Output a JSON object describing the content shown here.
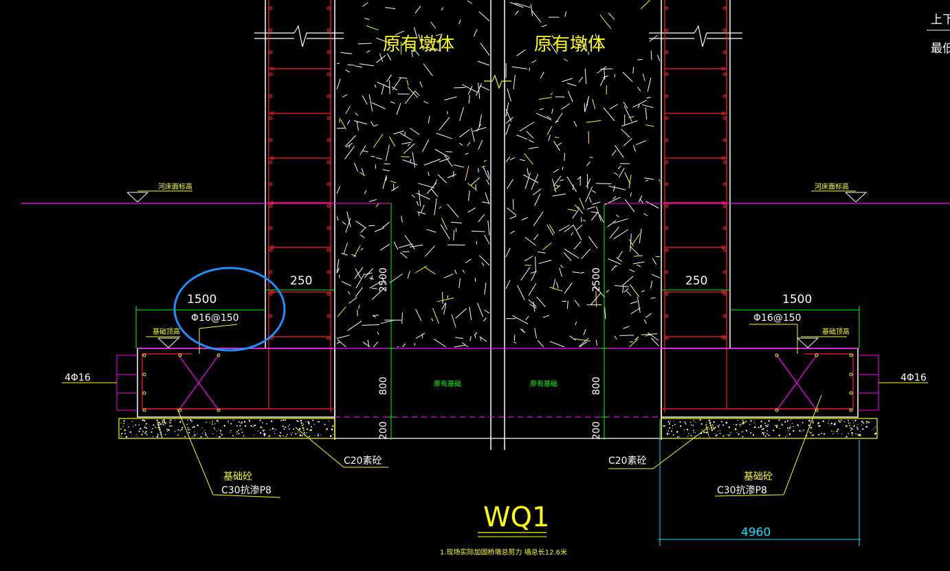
{
  "drawing": {
    "pier_label_left": "原有墩体",
    "pier_label_right": "原有墩体",
    "base_label_left": "原有基础",
    "base_label_right": "原有基础",
    "riverbed_label_left": "河床面标高",
    "riverbed_label_right": "河床面标高",
    "foundation_top_left": "基础顶高",
    "foundation_top_right": "基础顶高",
    "dim_1500_left": "1500",
    "dim_1500_right": "1500",
    "dim_250_left": "250",
    "dim_250_right": "250",
    "dim_2500_left": "2500",
    "dim_2500_right": "2500",
    "dim_800_left": "800",
    "dim_800_right": "800",
    "dim_200_left": "200",
    "dim_200_right": "200",
    "rebar_left": "Φ16@150",
    "rebar_right": "Φ16@150",
    "bars_left": "4Φ16",
    "bars_right": "4Φ16",
    "c20_left": "C20素砼",
    "c20_right": "C20素砼",
    "concrete_left_1": "基础砼",
    "concrete_left_2": "C30抗渗P8",
    "concrete_right_1": "基础砼",
    "concrete_right_2": "C30抗渗P8",
    "title": "WQ1",
    "note": "1.现场实际加固桥墩总剪力 墙总长12.6米",
    "dim_4960": "4960",
    "corner_1": "上下",
    "corner_2": "最低"
  },
  "colors": {
    "background": "#000000",
    "rebar": "#ff2020",
    "outline": "#ffffff",
    "text": "#ffff00",
    "dimension": "#00ff00",
    "magenta": "#ff00ff",
    "cyan": "#00e5ff",
    "highlight_circle": "#1e90ff"
  }
}
